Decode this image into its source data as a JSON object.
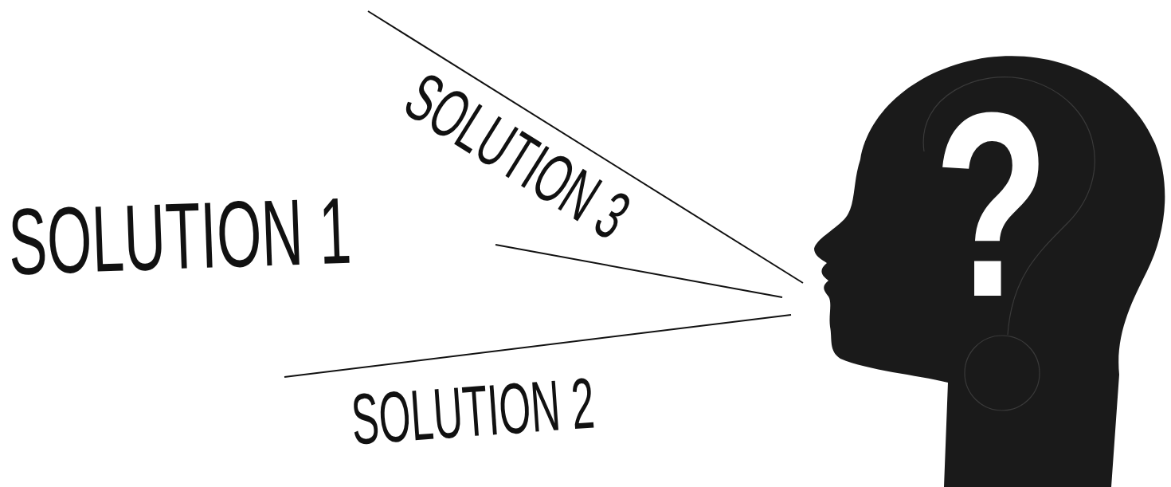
{
  "diagram": {
    "nodes": [
      {
        "text": [
          "?"
        ]
      }
    ],
    "labels": [
      "SOLUTION 3",
      "SOLUTION 1",
      "SOLUTION 2"
    ]
  }
}
